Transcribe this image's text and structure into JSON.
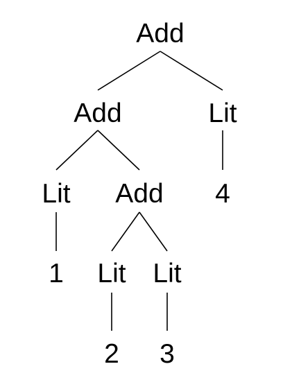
{
  "tree": {
    "nodes": [
      {
        "id": "root",
        "label": "Add"
      },
      {
        "id": "add-left",
        "label": "Add"
      },
      {
        "id": "lit-right",
        "label": "Lit"
      },
      {
        "id": "lit-1",
        "label": "Lit"
      },
      {
        "id": "add-inner",
        "label": "Add"
      },
      {
        "id": "value-4",
        "label": "4"
      },
      {
        "id": "value-1",
        "label": "1"
      },
      {
        "id": "lit-2",
        "label": "Lit"
      },
      {
        "id": "lit-3",
        "label": "Lit"
      },
      {
        "id": "value-2",
        "label": "2"
      },
      {
        "id": "value-3",
        "label": "3"
      }
    ],
    "edges": [
      [
        "root",
        "add-left"
      ],
      [
        "root",
        "lit-right"
      ],
      [
        "add-left",
        "lit-1"
      ],
      [
        "add-left",
        "add-inner"
      ],
      [
        "lit-right",
        "value-4"
      ],
      [
        "lit-1",
        "value-1"
      ],
      [
        "add-inner",
        "lit-2"
      ],
      [
        "add-inner",
        "lit-3"
      ],
      [
        "lit-2",
        "value-2"
      ],
      [
        "lit-3",
        "value-3"
      ]
    ]
  }
}
